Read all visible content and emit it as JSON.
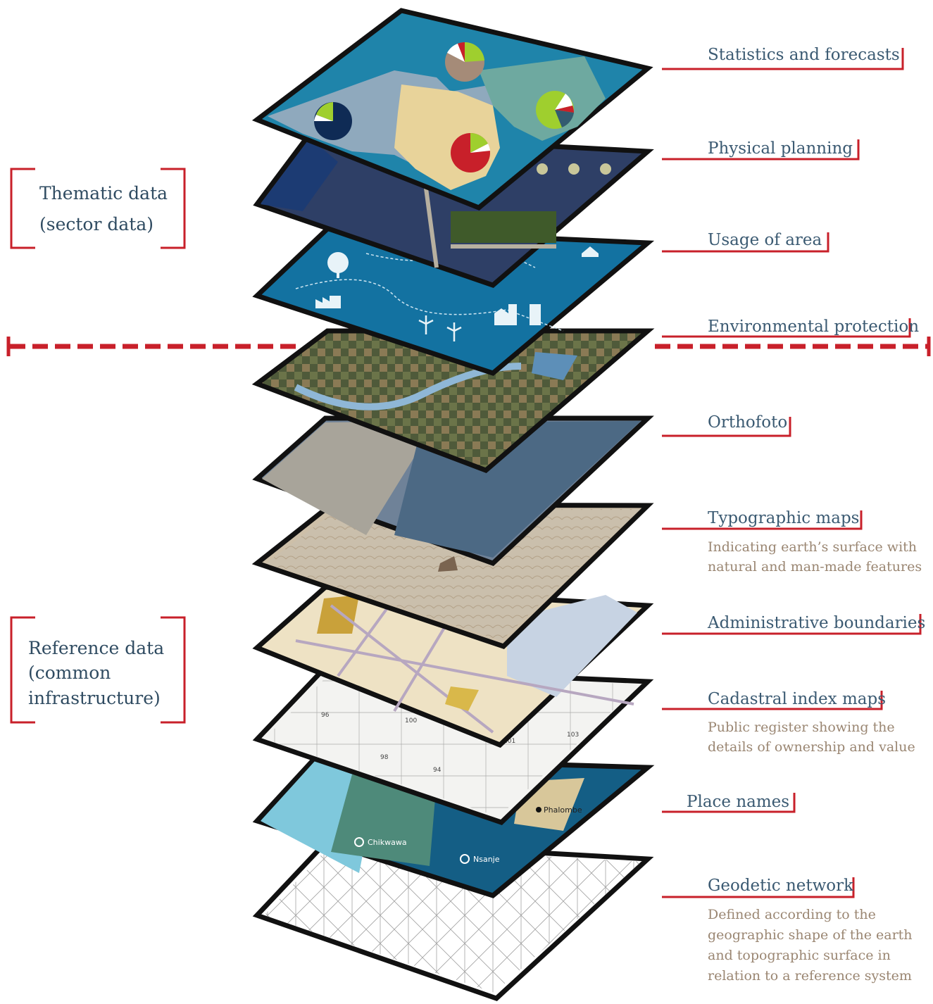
{
  "groups": {
    "thematic": {
      "line1": "Thematic data",
      "line2": "(sector data)"
    },
    "reference": {
      "line1": "Reference data",
      "line2": "(common",
      "line3": "infrastructure)"
    }
  },
  "layers": [
    {
      "label": "Statistics and forecasts"
    },
    {
      "label": "Physical planning"
    },
    {
      "label": "Usage of area"
    },
    {
      "label": "Environmental protection"
    },
    {
      "label": "Orthofoto"
    },
    {
      "label": "Typographic maps",
      "desc": [
        "Indicating earth’s surface with",
        "natural and man-made features"
      ]
    },
    {
      "label": "Administrative boundaries"
    },
    {
      "label": "Cadastral index maps",
      "desc": [
        "Public register showing the",
        "details of ownership and value"
      ]
    },
    {
      "label": "Place names"
    },
    {
      "label": "Geodetic network",
      "desc": [
        "Defined according to the",
        "geographic shape of the earth",
        "and topographic surface in",
        "relation to a reference system"
      ]
    }
  ],
  "map_texts": {
    "places": [
      "Chikwawa",
      "Nsanje",
      "Phalombe"
    ],
    "cadastral_numbers": [
      "96",
      "100",
      "101",
      "103",
      "98",
      "94"
    ]
  },
  "colors": {
    "accent": "#c8202a",
    "label": "#3b5a72",
    "desc": "#9a8672"
  }
}
